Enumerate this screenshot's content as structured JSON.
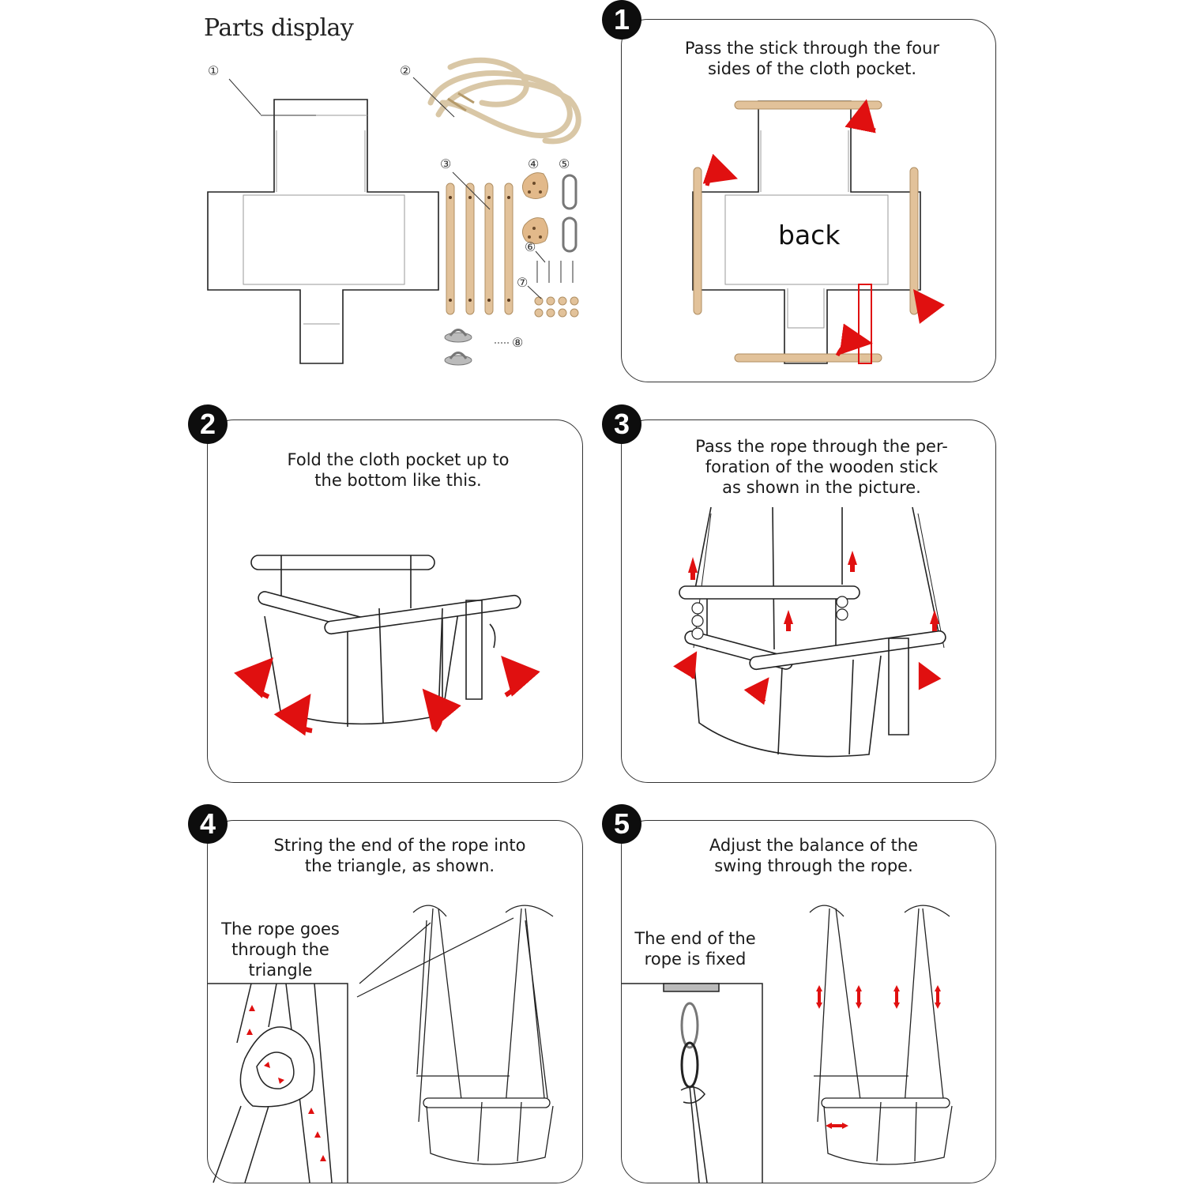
{
  "parts": {
    "title": "Parts display",
    "markers": [
      "①",
      "②",
      "③",
      "④",
      "⑤",
      "⑥",
      "⑦",
      "⑧"
    ]
  },
  "steps": [
    {
      "number": "1",
      "text": "Pass the stick through the four\nsides of the cloth pocket.",
      "label": "back"
    },
    {
      "number": "2",
      "text": "Fold the cloth pocket up to\nthe bottom like this."
    },
    {
      "number": "3",
      "text": "Pass the rope through the per-\nforation of the wooden stick\nas shown in the picture."
    },
    {
      "number": "4",
      "text": "String the end of the rope into\nthe triangle, as shown.",
      "inset_label": "The rope goes\nthrough the\ntriangle"
    },
    {
      "number": "5",
      "text": "Adjust the balance of the\nswing through the rope.",
      "inset_label": "The end of the\nrope is fixed"
    }
  ],
  "colors": {
    "arrow": "#e01010",
    "wood": "#e2c29a",
    "rope": "#efe4cf",
    "ink": "#1a1a1a"
  }
}
